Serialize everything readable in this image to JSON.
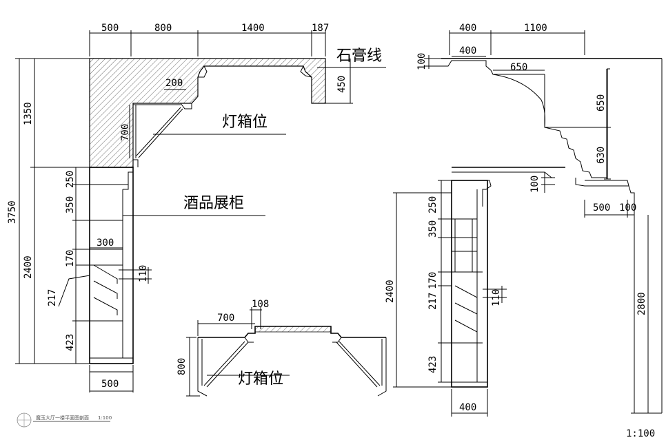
{
  "labels": {
    "plaster_line": "石膏线",
    "lightbox_top": "灯箱位",
    "wine_cabinet": "酒品展柜",
    "lightbox_bottom": "灯箱位",
    "scale": "1:100",
    "title_block": "魔玉大厅一楼平面图剖面",
    "title_scale": "1:100"
  },
  "dims": {
    "top_500": "500",
    "top_800": "800",
    "top_1400": "1400",
    "top_187": "187",
    "d200": "200",
    "d700v": "700",
    "d450": "450",
    "left_1350": "1350",
    "left_3750": "3750",
    "left_2400": "2400",
    "l250": "250",
    "l350": "350",
    "l300": "300",
    "l170": "170",
    "l110": "110",
    "l217": "217",
    "l423": "423",
    "bottom_500": "500",
    "b700": "700",
    "b108": "108",
    "b800": "800",
    "r400a": "400",
    "r1100": "1100",
    "r400b": "400",
    "r100a": "100",
    "r650a": "650",
    "r650b": "650",
    "r630": "630",
    "r100b": "100",
    "r500": "500",
    "r100c": "100",
    "r2800": "2800",
    "m250": "250",
    "m350": "350",
    "m2400": "2400",
    "m217": "217",
    "m170": "170",
    "m110": "110",
    "m423": "423",
    "m400": "400"
  }
}
